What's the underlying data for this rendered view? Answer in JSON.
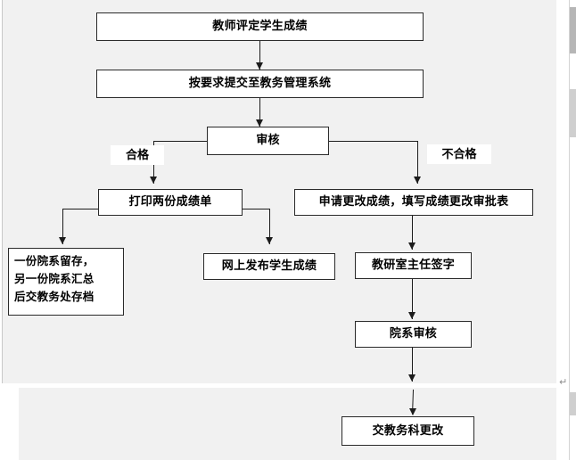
{
  "document": {
    "type": "flowchart",
    "page_marks": {
      "paragraph_mark": "↵"
    }
  },
  "flowchart": {
    "nodes": [
      {
        "id": "n1",
        "label": "教师评定学生成绩"
      },
      {
        "id": "n2",
        "label": "按要求提交至教务管理系统"
      },
      {
        "id": "n3",
        "label": "审核"
      },
      {
        "id": "n4",
        "label": "打印两份成绩单"
      },
      {
        "id": "n5",
        "label": "申请更改成绩，填写成绩更改审批表"
      },
      {
        "id": "n6",
        "line1": "一份院系留存，",
        "line2": "另一份院系汇总",
        "line3": "后交教务处存档"
      },
      {
        "id": "n7",
        "label": "网上发布学生成绩"
      },
      {
        "id": "n8",
        "label": "教研室主任签字"
      },
      {
        "id": "n9",
        "label": "院系审核"
      },
      {
        "id": "n10",
        "label": "交教务科更改"
      }
    ],
    "edge_labels": [
      {
        "id": "e-pass",
        "label": "合格"
      },
      {
        "id": "e-fail",
        "label": "不合格"
      }
    ]
  },
  "colors": {
    "page_background": "#f1f1f1",
    "canvas": "#ffffff",
    "node_border": "#2a2a2a",
    "connector": "#1c1c1c",
    "text": "#000000",
    "scrollbar_thumb": "#b6b6b6"
  }
}
